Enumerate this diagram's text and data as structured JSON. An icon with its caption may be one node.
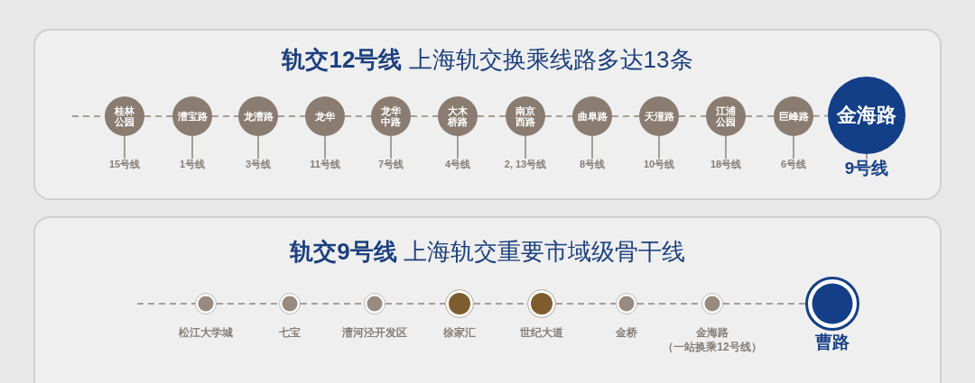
{
  "diagram": {
    "nodes": [
      {
        "text": [
          "**轨交12号线** 上海轨交换乘线路多达13条"
        ]
      },
      {
        "text": [
          "桂林公园"
        ],
        "in": 0
      },
      {
        "text": [
          "漕宝路"
        ],
        "in": 0
      },
      {
        "text": [
          "龙漕路"
        ],
        "in": 0
      },
      {
        "text": [
          "龙华"
        ],
        "in": 0
      },
      {
        "text": [
          "龙华中路"
        ],
        "in": 0
      },
      {
        "text": [
          "大木桥路"
        ],
        "in": 0
      },
      {
        "text": [
          "南京西路"
        ],
        "in": 0
      },
      {
        "text": [
          "曲阜路"
        ],
        "in": 0
      },
      {
        "text": [
          "天潼路"
        ],
        "in": 0
      },
      {
        "text": [
          "江浦公园"
        ],
        "in": 0
      },
      {
        "text": [
          "巨峰路"
        ],
        "in": 0
      },
      {
        "text": [
          "金海路"
        ],
        "in": 0
      },
      {
        "text": [
          "15号线"
        ],
        "in": 0
      },
      {
        "text": [
          "1号线"
        ],
        "in": 0
      },
      {
        "text": [
          "3号线"
        ],
        "in": 0
      },
      {
        "text": [
          "11号线"
        ],
        "in": 0
      },
      {
        "text": [
          "7号线"
        ],
        "in": 0
      },
      {
        "text": [
          "4号线"
        ],
        "in": 0
      },
      {
        "text": [
          "2, 13号线"
        ],
        "in": 0
      },
      {
        "text": [
          "8号线"
        ],
        "in": 0
      },
      {
        "text": [
          "10号线"
        ],
        "in": 0
      },
      {
        "text": [
          "18号线"
        ],
        "in": 0
      },
      {
        "text": [
          "6号线"
        ],
        "in": 0
      },
      {
        "text": [
          "9号线"
        ],
        "in": 0
      },
      {
        "text": [
          "**轨交9号线** 上海轨交重要市域级骨干线"
        ]
      },
      {
        "text": [],
        "shape": "circle",
        "beside": [
          "松江大学城"
        ],
        "in": 25
      },
      {
        "text": [],
        "shape": "circle",
        "beside": [
          "七宝"
        ],
        "in": 25
      },
      {
        "text": [],
        "shape": "circle",
        "beside": [
          "漕河泾开发区"
        ],
        "in": 25
      },
      {
        "text": [],
        "shape": "circle",
        "beside": [
          "徐家汇"
        ],
        "in": 25
      },
      {
        "text": [],
        "shape": "circle",
        "beside": [
          "世纪大道"
        ],
        "in": 25
      },
      {
        "text": [],
        "shape": "circle",
        "beside": [
          "金桥"
        ],
        "in": 25
      },
      {
        "text": [],
        "shape": "circle",
        "beside": [
          "金海路",
          "（一站换乘12号线）"
        ],
        "in": 25
      },
      {
        "text": [],
        "shape": "circle",
        "beside": [
          "曹路"
        ],
        "in": 25
      }
    ],
    "edges": [
      {
        "from": null,
        "to": 1,
        "arrow": "none",
        "style": "dashed"
      },
      {
        "from": 1,
        "to": 2,
        "arrow": "none",
        "style": "dashed"
      },
      {
        "from": 2,
        "to": 3,
        "arrow": "none",
        "style": "dashed"
      },
      {
        "from": 3,
        "to": 4,
        "arrow": "none",
        "style": "dashed"
      },
      {
        "from": 4,
        "to": 5,
        "arrow": "none",
        "style": "dashed"
      },
      {
        "from": 5,
        "to": 6,
        "arrow": "none",
        "style": "dashed"
      },
      {
        "from": 6,
        "to": 7,
        "arrow": "none",
        "style": "dashed"
      },
      {
        "from": 7,
        "to": 8,
        "arrow": "none",
        "style": "dashed"
      },
      {
        "from": 8,
        "to": 9,
        "arrow": "none",
        "style": "dashed"
      },
      {
        "from": 9,
        "to": 10,
        "arrow": "none",
        "style": "dashed"
      },
      {
        "from": 10,
        "to": 11,
        "arrow": "none",
        "style": "dashed"
      },
      {
        "from": 11,
        "to": 12,
        "arrow": "none",
        "style": "dashed"
      },
      {
        "from": 13,
        "to": 1,
        "arrow": "none"
      },
      {
        "from": 14,
        "to": 2,
        "arrow": "none"
      },
      {
        "from": 15,
        "to": 3,
        "arrow": "none"
      },
      {
        "from": 16,
        "to": 4,
        "arrow": "none"
      },
      {
        "from": 17,
        "to": 5,
        "arrow": "none"
      },
      {
        "from": 18,
        "to": 6,
        "arrow": "none"
      },
      {
        "from": 19,
        "to": 7,
        "arrow": "none"
      },
      {
        "from": 20,
        "to": 8,
        "arrow": "none"
      },
      {
        "from": 21,
        "to": 9,
        "arrow": "none"
      },
      {
        "from": 22,
        "to": 10,
        "arrow": "none"
      },
      {
        "from": 23,
        "to": 11,
        "arrow": "none"
      },
      {
        "from": 24,
        "to": 12,
        "arrow": "none"
      },
      {
        "from": null,
        "to": 26,
        "arrow": "none",
        "style": "dashed"
      },
      {
        "from": 26,
        "to": 27,
        "arrow": "none",
        "style": "dashed"
      },
      {
        "from": 27,
        "to": 28,
        "arrow": "none",
        "style": "dashed"
      },
      {
        "from": 28,
        "to": 29,
        "arrow": "none",
        "style": "dashed"
      },
      {
        "from": 29,
        "to": 30,
        "arrow": "none",
        "style": "dashed"
      },
      {
        "from": 30,
        "to": 31,
        "arrow": "none",
        "style": "dashed"
      },
      {
        "from": 31,
        "to": 32,
        "arrow": "none",
        "style": "dashed"
      },
      {
        "from": 32,
        "to": 33,
        "arrow": "none",
        "style": "dashed"
      }
    ]
  }
}
